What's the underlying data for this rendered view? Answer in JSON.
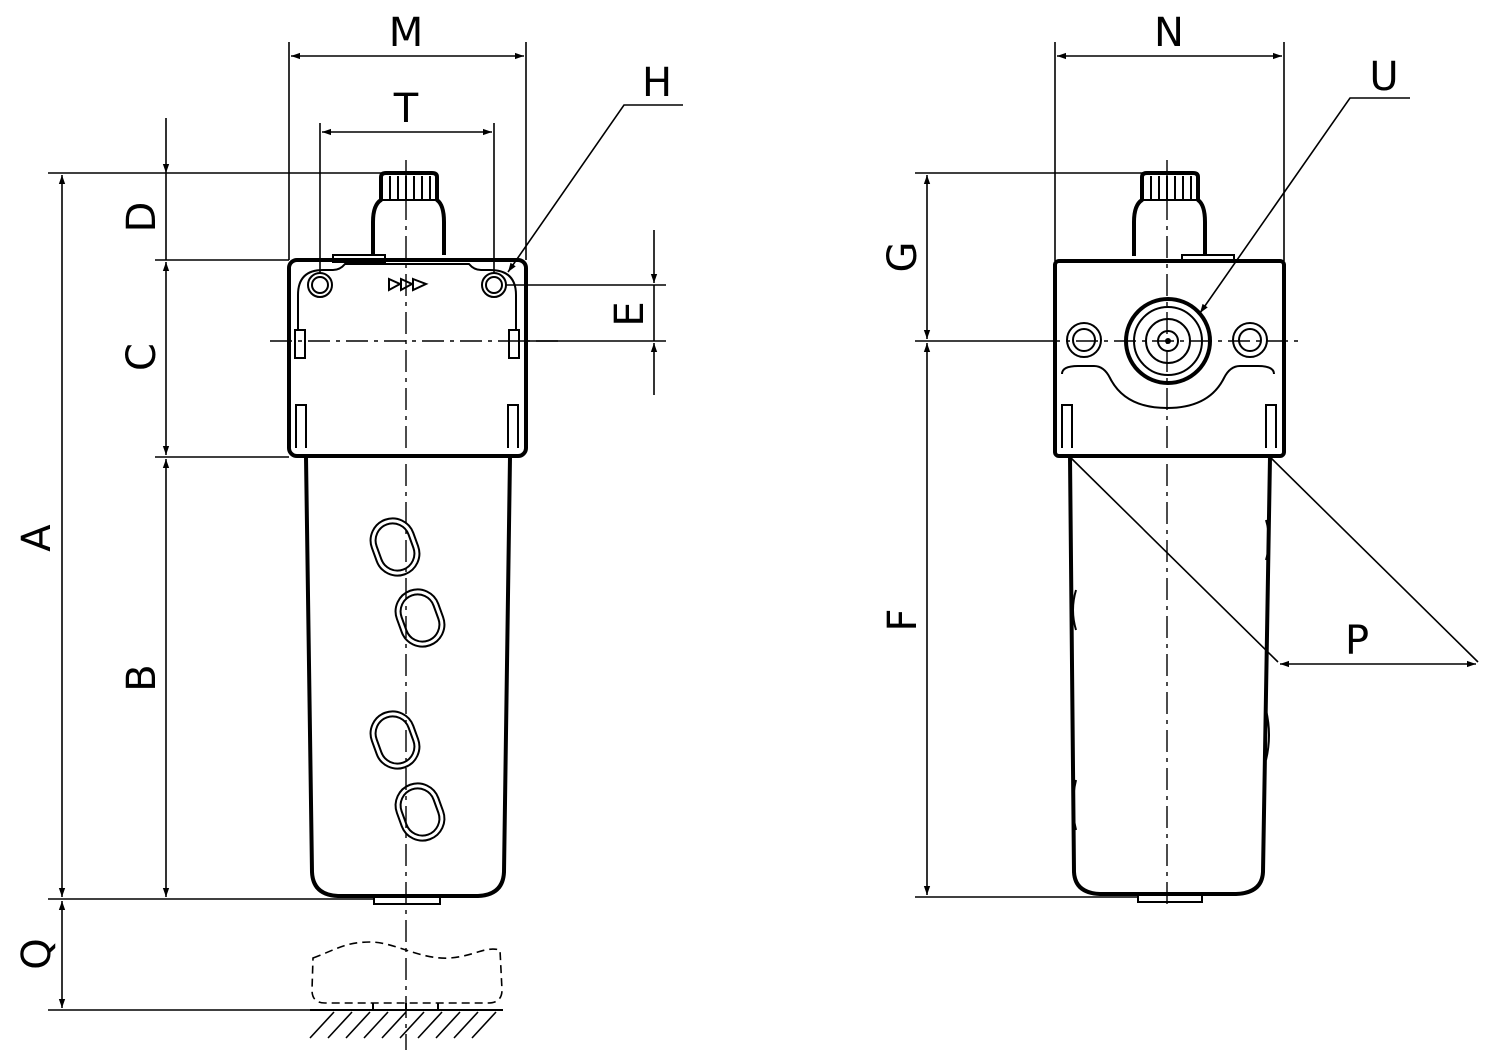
{
  "labels": {
    "A": "A",
    "B": "B",
    "C": "C",
    "D": "D",
    "E": "E",
    "F": "F",
    "G": "G",
    "H": "H",
    "M": "M",
    "N": "N",
    "P": "P",
    "Q": "Q",
    "T": "T",
    "U": "U"
  }
}
